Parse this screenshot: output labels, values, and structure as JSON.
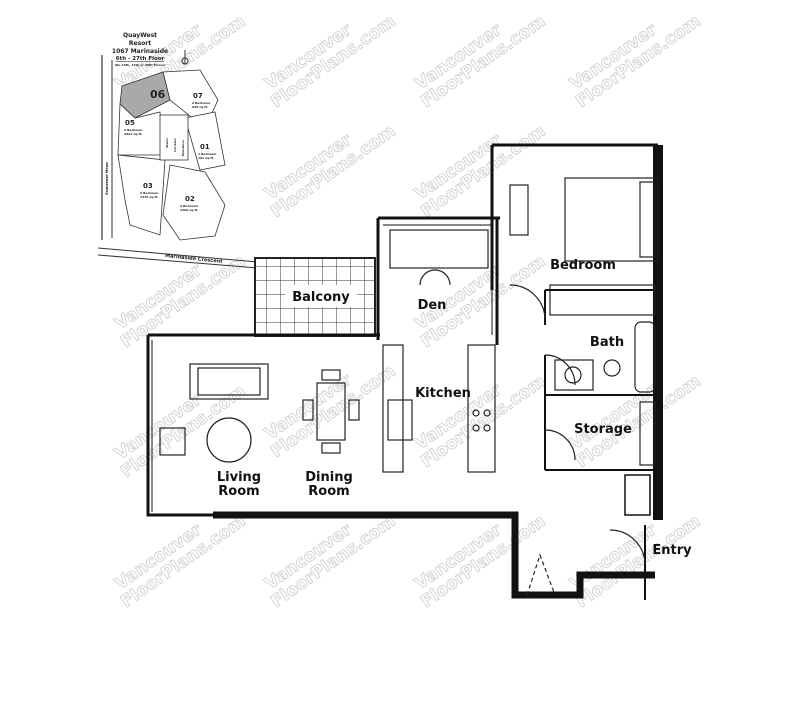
{
  "watermark": {
    "line1": "Vancouver",
    "line2": "FloorPlans.com"
  },
  "key_plate": {
    "building": "QuayWest",
    "subtitle": "Resort",
    "address": "1067 Marinaside",
    "floors": "6th - 27th Floor",
    "floors_note": "(No 13th, 14th or 20th Floors)",
    "street_left": "Seabreeze Mews",
    "street_bottom": "Marinaside Crescent",
    "highlight_color": "#a9a9a9",
    "units": [
      {
        "number": "06",
        "type": "",
        "area": ""
      },
      {
        "number": "07",
        "type": "2 Bedroom",
        "area": "920 sq.ft."
      },
      {
        "number": "05",
        "type": "2 Bedroom",
        "area": "1021 sq.ft."
      },
      {
        "number": "01",
        "type": "1 Bedroom",
        "area": "761 sq.ft."
      },
      {
        "number": "03",
        "type": "2 Bedroom",
        "area": "1270 sq.ft."
      },
      {
        "number": "02",
        "type": "2 Bedroom",
        "area": "1260 sq.ft."
      }
    ],
    "core": [
      "Stairs",
      "Corridor",
      "Elevators"
    ]
  },
  "rooms": {
    "bedroom": "Bedroom",
    "den": "Den",
    "balcony": "Balcony",
    "bath": "Bath",
    "kitchen": "Kitchen",
    "storage": "Storage",
    "living_1": "Living",
    "living_2": "Room",
    "dining_1": "Dining",
    "dining_2": "Room",
    "entry": "Entry"
  }
}
